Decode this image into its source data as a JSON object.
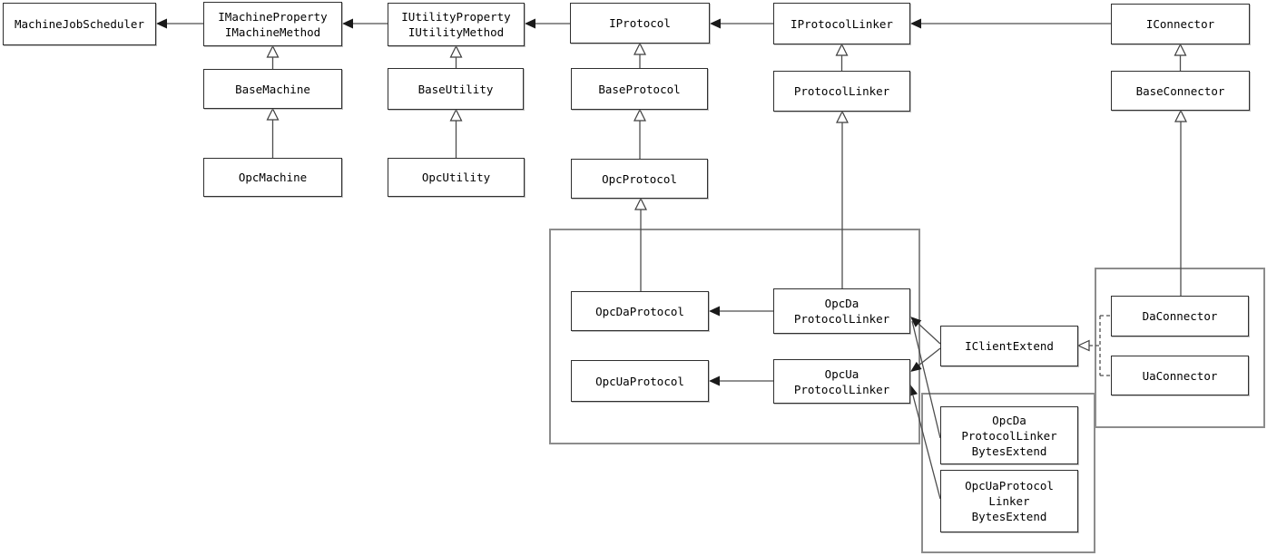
{
  "diagram": {
    "kind": "uml-class-diagram",
    "colors": {
      "background": "#ffffff",
      "box_border": "#2f2f2f",
      "group_border": "#8c8c8c",
      "edge": "#4d4d4d",
      "text": "#000000"
    },
    "nodes": {
      "mjs": {
        "lines": [
          "MachineJobScheduler"
        ]
      },
      "imachine": {
        "lines": [
          "IMachineProperty",
          "IMachineMethod"
        ]
      },
      "iutility": {
        "lines": [
          "IUtilityProperty",
          "IUtilityMethod"
        ]
      },
      "iprotocol": {
        "lines": [
          "IProtocol"
        ]
      },
      "iplinker": {
        "lines": [
          "IProtocolLinker"
        ]
      },
      "iconnector": {
        "lines": [
          "IConnector"
        ]
      },
      "basemachine": {
        "lines": [
          "BaseMachine"
        ]
      },
      "baseutility": {
        "lines": [
          "BaseUtility"
        ]
      },
      "baseprotocol": {
        "lines": [
          "BaseProtocol"
        ]
      },
      "plinker": {
        "lines": [
          "ProtocolLinker"
        ]
      },
      "baseconnector": {
        "lines": [
          "BaseConnector"
        ]
      },
      "opcmachine": {
        "lines": [
          "OpcMachine"
        ]
      },
      "opcutility": {
        "lines": [
          "OpcUtility"
        ]
      },
      "opcprotocol": {
        "lines": [
          "OpcProtocol"
        ]
      },
      "opcdaprotocol": {
        "lines": [
          "OpcDaProtocol"
        ]
      },
      "opcuaprotocol": {
        "lines": [
          "OpcUaProtocol"
        ]
      },
      "opcdalinker": {
        "lines": [
          "OpcDa",
          "ProtocolLinker"
        ]
      },
      "opcualinker": {
        "lines": [
          "OpcUa",
          "ProtocolLinker"
        ]
      },
      "iclientextend": {
        "lines": [
          "IClientExtend"
        ]
      },
      "daconnector": {
        "lines": [
          "DaConnector"
        ]
      },
      "uaconnector": {
        "lines": [
          "UaConnector"
        ]
      },
      "opcdabytes": {
        "lines": [
          "OpcDa",
          "ProtocolLinker",
          "BytesExtend"
        ]
      },
      "opcuabytes": {
        "lines": [
          "OpcUaProtocol",
          "Linker",
          "BytesExtend"
        ]
      }
    },
    "relationships": [
      {
        "from": "IMachineProperty/IMachineMethod",
        "to": "MachineJobScheduler",
        "type": "association"
      },
      {
        "from": "IUtilityProperty/IUtilityMethod",
        "to": "IMachineProperty/IMachineMethod",
        "type": "association"
      },
      {
        "from": "IProtocol",
        "to": "IUtilityProperty/IUtilityMethod",
        "type": "association"
      },
      {
        "from": "IProtocolLinker",
        "to": "IProtocol",
        "type": "association"
      },
      {
        "from": "IConnector",
        "to": "IProtocolLinker",
        "type": "association"
      },
      {
        "from": "BaseMachine",
        "to": "IMachineProperty/IMachineMethod",
        "type": "inheritance"
      },
      {
        "from": "OpcMachine",
        "to": "BaseMachine",
        "type": "inheritance"
      },
      {
        "from": "BaseUtility",
        "to": "IUtilityProperty/IUtilityMethod",
        "type": "inheritance"
      },
      {
        "from": "OpcUtility",
        "to": "BaseUtility",
        "type": "inheritance"
      },
      {
        "from": "BaseProtocol",
        "to": "IProtocol",
        "type": "inheritance"
      },
      {
        "from": "OpcProtocol",
        "to": "BaseProtocol",
        "type": "inheritance"
      },
      {
        "from": "OpcDaProtocol",
        "to": "OpcProtocol",
        "type": "inheritance"
      },
      {
        "from": "ProtocolLinker",
        "to": "IProtocolLinker",
        "type": "inheritance"
      },
      {
        "from": "OpcDaProtocolLinker",
        "to": "ProtocolLinker",
        "type": "inheritance"
      },
      {
        "from": "BaseConnector",
        "to": "IConnector",
        "type": "inheritance"
      },
      {
        "from": "DaConnector",
        "to": "BaseConnector",
        "type": "inheritance"
      },
      {
        "from": "OpcDaProtocolLinker",
        "to": "OpcDaProtocol",
        "type": "association"
      },
      {
        "from": "OpcUaProtocolLinker",
        "to": "OpcUaProtocol",
        "type": "association"
      },
      {
        "from": "IClientExtend",
        "to": "OpcDaProtocolLinker",
        "type": "association"
      },
      {
        "from": "IClientExtend",
        "to": "OpcUaProtocolLinker",
        "type": "association"
      },
      {
        "from": "OpcDaProtocolLinkerBytesExtend",
        "to": "OpcDaProtocolLinker",
        "type": "association"
      },
      {
        "from": "OpcUaProtocolLinkerBytesExtend",
        "to": "OpcUaProtocolLinker",
        "type": "association"
      },
      {
        "from": "DaConnector",
        "to": "IClientExtend",
        "type": "realization"
      },
      {
        "from": "UaConnector",
        "to": "IClientExtend",
        "type": "realization"
      }
    ]
  }
}
